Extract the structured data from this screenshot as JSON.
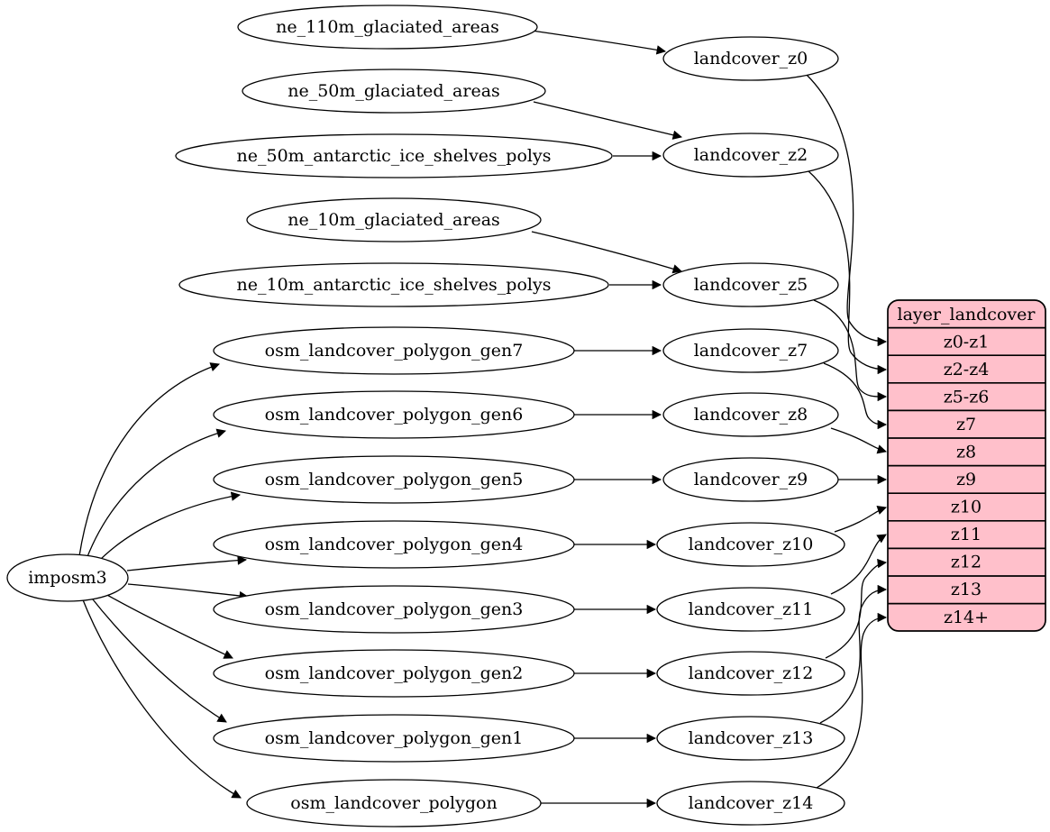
{
  "nodes": {
    "imposm3": {
      "label": "imposm3"
    },
    "ne_110m_glaciated_areas": {
      "label": "ne_110m_glaciated_areas"
    },
    "ne_50m_glaciated_areas": {
      "label": "ne_50m_glaciated_areas"
    },
    "ne_50m_antarctic_ice_shelves_polys": {
      "label": "ne_50m_antarctic_ice_shelves_polys"
    },
    "ne_10m_glaciated_areas": {
      "label": "ne_10m_glaciated_areas"
    },
    "ne_10m_antarctic_ice_shelves_polys": {
      "label": "ne_10m_antarctic_ice_shelves_polys"
    },
    "osm_landcover_polygon_gen7": {
      "label": "osm_landcover_polygon_gen7"
    },
    "osm_landcover_polygon_gen6": {
      "label": "osm_landcover_polygon_gen6"
    },
    "osm_landcover_polygon_gen5": {
      "label": "osm_landcover_polygon_gen5"
    },
    "osm_landcover_polygon_gen4": {
      "label": "osm_landcover_polygon_gen4"
    },
    "osm_landcover_polygon_gen3": {
      "label": "osm_landcover_polygon_gen3"
    },
    "osm_landcover_polygon_gen2": {
      "label": "osm_landcover_polygon_gen2"
    },
    "osm_landcover_polygon_gen1": {
      "label": "osm_landcover_polygon_gen1"
    },
    "osm_landcover_polygon": {
      "label": "osm_landcover_polygon"
    },
    "landcover_z0": {
      "label": "landcover_z0"
    },
    "landcover_z2": {
      "label": "landcover_z2"
    },
    "landcover_z5": {
      "label": "landcover_z5"
    },
    "landcover_z7": {
      "label": "landcover_z7"
    },
    "landcover_z8": {
      "label": "landcover_z8"
    },
    "landcover_z9": {
      "label": "landcover_z9"
    },
    "landcover_z10": {
      "label": "landcover_z10"
    },
    "landcover_z11": {
      "label": "landcover_z11"
    },
    "landcover_z12": {
      "label": "landcover_z12"
    },
    "landcover_z13": {
      "label": "landcover_z13"
    },
    "landcover_z14": {
      "label": "landcover_z14"
    }
  },
  "layer": {
    "title": "layer_landcover",
    "rows": [
      "z0-z1",
      "z2-z4",
      "z5-z6",
      "z7",
      "z8",
      "z9",
      "z10",
      "z11",
      "z12",
      "z13",
      "z14+"
    ]
  },
  "edges": [
    {
      "from": "imposm3",
      "to": "osm_landcover_polygon_gen7"
    },
    {
      "from": "imposm3",
      "to": "osm_landcover_polygon_gen6"
    },
    {
      "from": "imposm3",
      "to": "osm_landcover_polygon_gen5"
    },
    {
      "from": "imposm3",
      "to": "osm_landcover_polygon_gen4"
    },
    {
      "from": "imposm3",
      "to": "osm_landcover_polygon_gen3"
    },
    {
      "from": "imposm3",
      "to": "osm_landcover_polygon_gen2"
    },
    {
      "from": "imposm3",
      "to": "osm_landcover_polygon_gen1"
    },
    {
      "from": "imposm3",
      "to": "osm_landcover_polygon"
    },
    {
      "from": "ne_110m_glaciated_areas",
      "to": "landcover_z0"
    },
    {
      "from": "ne_50m_glaciated_areas",
      "to": "landcover_z2"
    },
    {
      "from": "ne_50m_antarctic_ice_shelves_polys",
      "to": "landcover_z2"
    },
    {
      "from": "ne_10m_glaciated_areas",
      "to": "landcover_z5"
    },
    {
      "from": "ne_10m_antarctic_ice_shelves_polys",
      "to": "landcover_z5"
    },
    {
      "from": "osm_landcover_polygon_gen7",
      "to": "landcover_z7"
    },
    {
      "from": "osm_landcover_polygon_gen6",
      "to": "landcover_z8"
    },
    {
      "from": "osm_landcover_polygon_gen5",
      "to": "landcover_z9"
    },
    {
      "from": "osm_landcover_polygon_gen4",
      "to": "landcover_z10"
    },
    {
      "from": "osm_landcover_polygon_gen3",
      "to": "landcover_z11"
    },
    {
      "from": "osm_landcover_polygon_gen2",
      "to": "landcover_z12"
    },
    {
      "from": "osm_landcover_polygon_gen1",
      "to": "landcover_z13"
    },
    {
      "from": "osm_landcover_polygon",
      "to": "landcover_z14"
    },
    {
      "from": "landcover_z0",
      "to": "layer_landcover:z0-z1"
    },
    {
      "from": "landcover_z2",
      "to": "layer_landcover:z2-z4"
    },
    {
      "from": "landcover_z5",
      "to": "layer_landcover:z5-z6"
    },
    {
      "from": "landcover_z7",
      "to": "layer_landcover:z7"
    },
    {
      "from": "landcover_z8",
      "to": "layer_landcover:z8"
    },
    {
      "from": "landcover_z9",
      "to": "layer_landcover:z9"
    },
    {
      "from": "landcover_z10",
      "to": "layer_landcover:z10"
    },
    {
      "from": "landcover_z11",
      "to": "layer_landcover:z11"
    },
    {
      "from": "landcover_z12",
      "to": "layer_landcover:z12"
    },
    {
      "from": "landcover_z13",
      "to": "layer_landcover:z13"
    },
    {
      "from": "landcover_z14",
      "to": "layer_landcover:z14+"
    }
  ],
  "colors": {
    "record_fill": "#ffc0cb",
    "node_fill": "#ffffff",
    "stroke": "#000000",
    "background": "#ffffff"
  }
}
